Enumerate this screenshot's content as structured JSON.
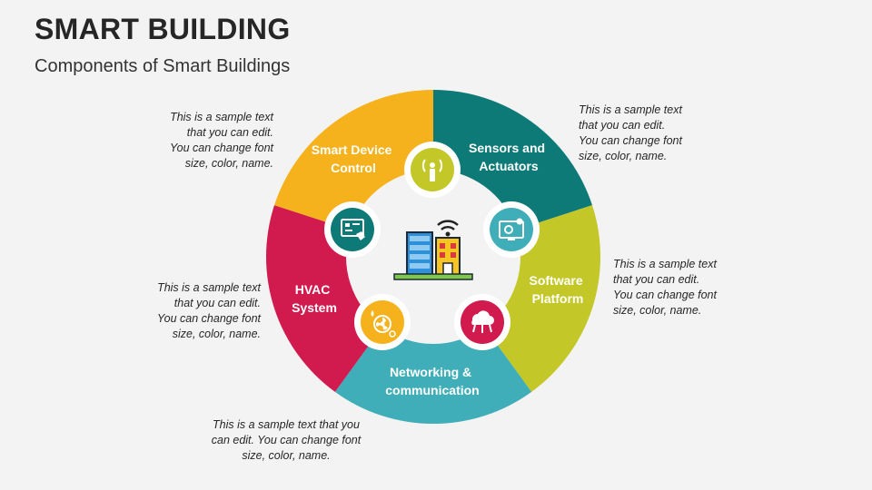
{
  "header": {
    "title": "SMART BUILDING",
    "subtitle": "Components of Smart Buildings"
  },
  "segments": [
    {
      "id": "smart-device-control",
      "label_lines": [
        "Smart Device",
        "Control"
      ],
      "color": "#0e7a78",
      "icon": "touch-control-icon"
    },
    {
      "id": "sensors-actuators",
      "label_lines": [
        "Sensors and",
        "Actuators"
      ],
      "color": "#c3c727",
      "icon": "antenna-sensor-icon"
    },
    {
      "id": "software-platform",
      "label_lines": [
        "Software",
        "Platform"
      ],
      "color": "#3faeb8",
      "icon": "monitor-settings-icon"
    },
    {
      "id": "networking-communication",
      "label_lines": [
        "Networking &",
        "communication"
      ],
      "color": "#d11a4d",
      "icon": "cloud-network-icon"
    },
    {
      "id": "hvac-system",
      "label_lines": [
        "HVAC",
        "System"
      ],
      "color": "#f5b21c",
      "icon": "fan-hvac-icon"
    }
  ],
  "center_icon": "smart-building-icon",
  "notes": {
    "top_left": "This is a sample text\nthat you can edit.\nYou can change font\nsize, color, name.",
    "top_right": "This is a sample text\nthat you can edit.\nYou can change font\nsize, color, name.",
    "right": "This is a sample text\nthat you can edit.\nYou can change font\nsize, color, name.",
    "left": "This is a sample text\nthat you can edit.\nYou can change font\nsize, color, name.",
    "bottom": "This is a sample text that you\ncan edit. You can change font\nsize, color, name."
  }
}
